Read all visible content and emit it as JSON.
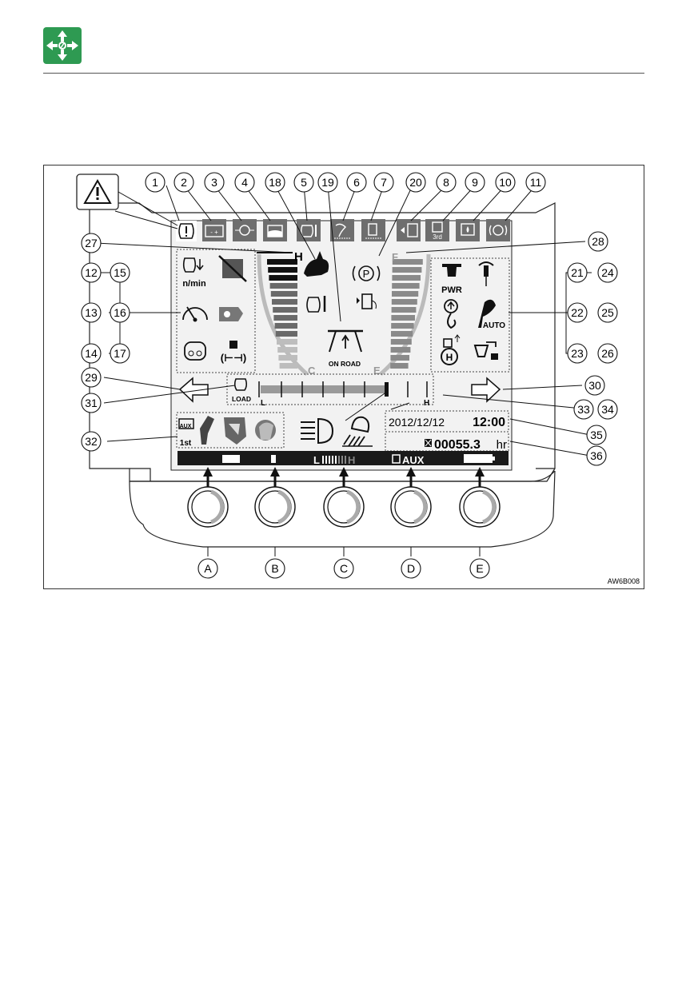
{
  "page": {
    "header_icon": "green-directional-arrows-icon",
    "accent_color": "#2e9a52"
  },
  "figure": {
    "code": "AW6B008",
    "callouts": [
      "1",
      "2",
      "3",
      "4",
      "18",
      "5",
      "19",
      "6",
      "7",
      "20",
      "8",
      "9",
      "10",
      "11",
      "27",
      "28",
      "12",
      "15",
      "13",
      "16",
      "14",
      "17",
      "21",
      "24",
      "22",
      "25",
      "23",
      "26",
      "29",
      "30",
      "31",
      "33",
      "34",
      "32",
      "35",
      "36"
    ],
    "buttons": [
      "A",
      "B",
      "C",
      "D",
      "E"
    ],
    "display": {
      "gauge_left_top": "H",
      "gauge_left_bottom": "C",
      "gauge_right_top": "F",
      "gauge_right_bottom": "E",
      "rpm_unit": "n/min",
      "on_road": "ON ROAD",
      "pwr": "PWR",
      "auto": "AUTO",
      "load": "LOAD",
      "load_low": "L",
      "load_high": "H",
      "aux": "AUX",
      "first": "1st",
      "third": "3rd",
      "date": "2012/12/12",
      "time": "12:00",
      "hours": "00055.3",
      "hours_unit": "hr",
      "softkey_c_l": "L",
      "softkey_c_h": "H",
      "softkey_d": "AUX"
    },
    "colors": {
      "display_bg": "#e8e8e8",
      "bezel": "#ffffff",
      "softkey_bar": "#1a1a1a",
      "gauge_bars": "#6a6a6a",
      "gauge_bars_light": "#bdbdbd"
    }
  }
}
